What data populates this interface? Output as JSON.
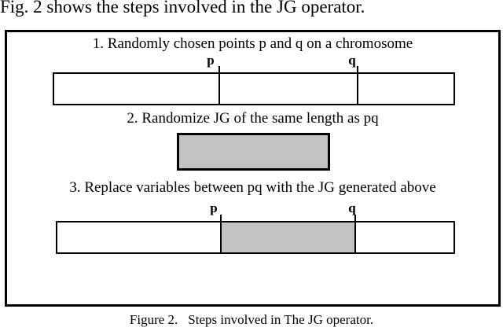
{
  "intro_text": "Fig. 2 shows the steps involved in the JG operator.",
  "diagram": {
    "step1": {
      "label": "1. Randomly chosen points p and q on a chromosome",
      "point_p": "p",
      "point_q": "q"
    },
    "step2": {
      "label": "2. Randomize JG of the same length as pq"
    },
    "step3": {
      "label": "3. Replace variables between pq with the JG generated above",
      "point_p": "p",
      "point_q": "q"
    }
  },
  "caption": {
    "figure_label": "Figure 2.",
    "text": "Steps involved in The JG operator."
  },
  "colors": {
    "jg_fill": "#c3c3c3",
    "border": "#000000",
    "background": "#ffffff"
  }
}
